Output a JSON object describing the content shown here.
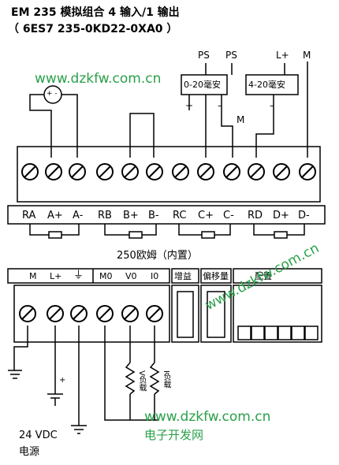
{
  "title": {
    "line1": "EM  235 模拟组合 4 输入/1 输出",
    "line2": "（ 6ES7 235-0KD22-0XA0 ）"
  },
  "top_labels": {
    "ps1": "PS",
    "ps2": "PS",
    "l_plus": "L+",
    "m_top": "M",
    "m_mid": "M",
    "plus": "+",
    "minus1": "–",
    "minus2": "–",
    "range1": "0-20毫安",
    "range2": "4-20毫安",
    "meter": "+ -"
  },
  "input_terminals": [
    "RA",
    "A+",
    "A-",
    "RB",
    "B+",
    "B-",
    "RC",
    "C+",
    "C-",
    "RD",
    "D+",
    "D-"
  ],
  "resistor_label": "250欧姆（内置）",
  "power_labels": [
    "M",
    "L+",
    "⏚"
  ],
  "output_labels": [
    "M0",
    "V0",
    "I0"
  ],
  "gain_label": "增益",
  "offset_label": "偏移量",
  "config_label": "配置",
  "load_labels": [
    "V负载",
    "I负载"
  ],
  "supply_plus": "+",
  "supply_voltage": "24 VDC",
  "supply_text": "电源",
  "watermarks": {
    "top": "www.dzkfw.com.cn",
    "diagonal": "www.dzkfw.com.cn",
    "bottom": "www.dzkfw.com.cn",
    "bottom_cn": "电子开发网"
  },
  "colors": {
    "watermark": "#2aa04a",
    "line": "#000000"
  }
}
